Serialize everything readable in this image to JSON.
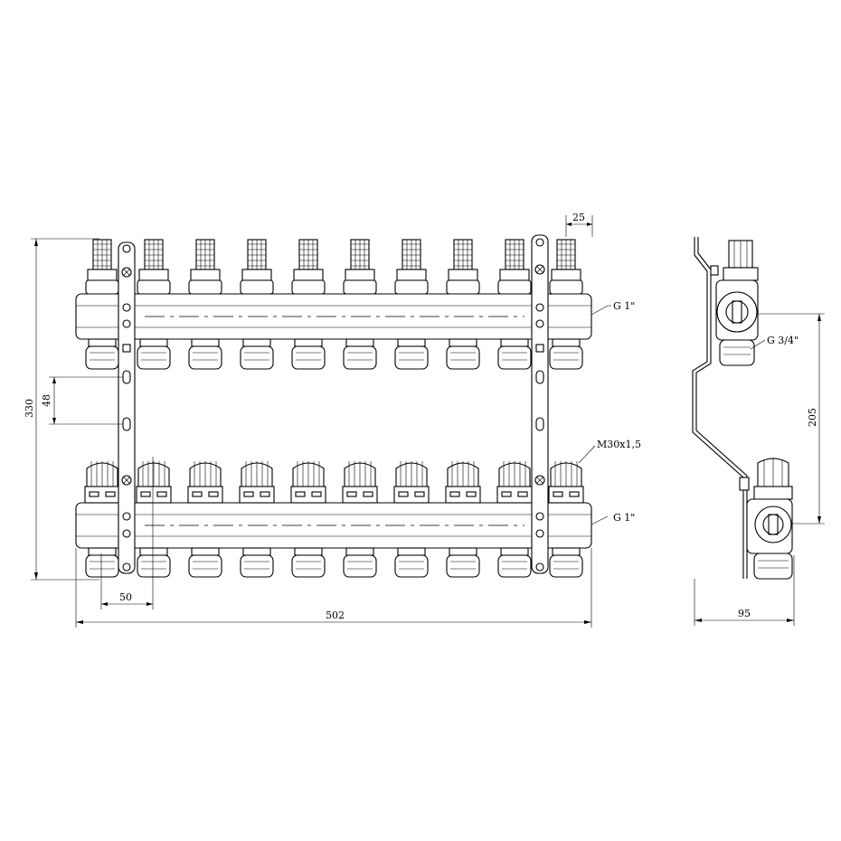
{
  "labels": {
    "g1_top": "G 1\"",
    "g1_bottom": "G 1\"",
    "g34": "G 3/4\"",
    "m30": "M30x1,5"
  },
  "dimensions": {
    "d25": "25",
    "d330": "330",
    "d48": "48",
    "d50": "50",
    "d502": "502",
    "d205": "205",
    "d95": "95"
  },
  "manifold": {
    "outlet_count": 10
  }
}
